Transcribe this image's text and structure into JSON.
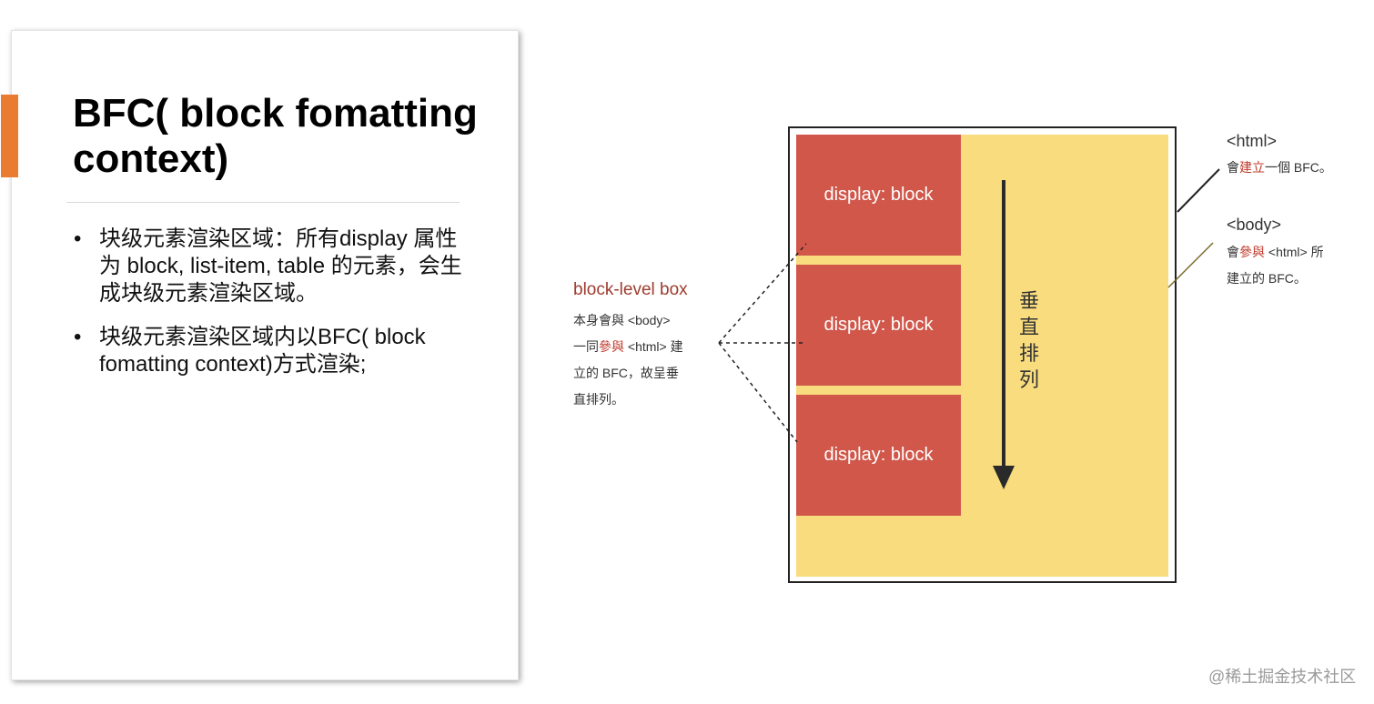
{
  "slide": {
    "title": "BFC( block fomatting context)",
    "bullets": [
      "块级元素渲染区域：所有display 属性为 block, list-item, table 的元素，会生成块级元素渲染区域。",
      "块级元素渲染区域内以BFC( block fomatting context)方式渲染;"
    ],
    "bullet_glyph": "•"
  },
  "diagram": {
    "blocks": [
      "display: block",
      "display: block",
      "display: block"
    ],
    "vertical_label": [
      "垂",
      "直",
      "排",
      "列"
    ],
    "html_note": {
      "tag": "<html>",
      "pre": "會",
      "highlight": "建立",
      "post": "一個 BFC。"
    },
    "body_note": {
      "tag": "<body>",
      "line1_pre": "會",
      "line1_highlight": "參與",
      "line1_post": " <html> 所",
      "line2": "建立的 BFC。"
    },
    "block_level_note": {
      "title": "block-level box",
      "line1": "本身會與 <body>",
      "line2_pre": "一同",
      "line2_highlight": "參與",
      "line2_post": " <html> 建",
      "line3": "立的 BFC，故呈垂",
      "line4": "直排列。"
    },
    "colors": {
      "body_fill": "#f8dc7e",
      "block_fill": "#d0574a",
      "highlight": "#c0392b",
      "accent_bar": "#e97c30"
    }
  },
  "watermark": "@稀土掘金技术社区"
}
